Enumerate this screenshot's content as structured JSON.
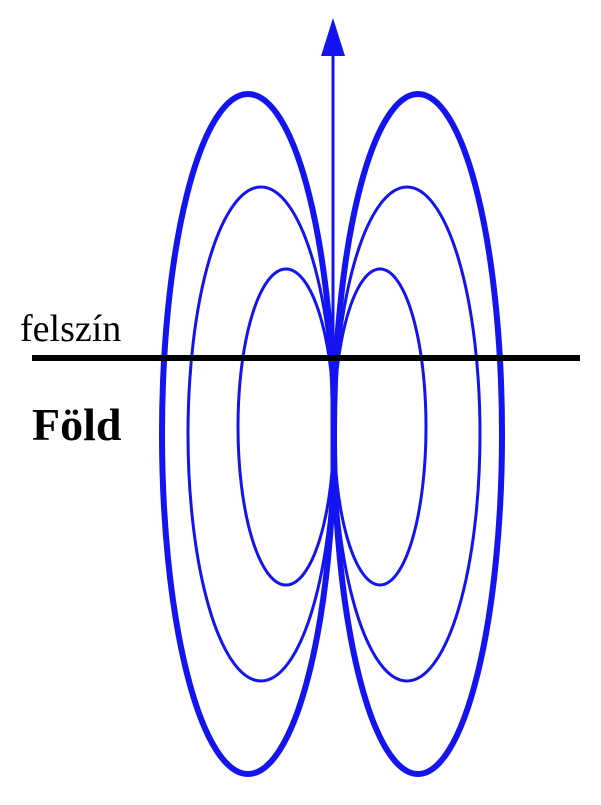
{
  "labels": {
    "surface": "felszín",
    "earth": "Föld"
  },
  "colors": {
    "field_lines": "#1414f0",
    "surface_line": "#000000",
    "background": "#ffffff"
  },
  "elements": {
    "arrow": "upward-arrow",
    "field_line_count_per_side": 3
  }
}
